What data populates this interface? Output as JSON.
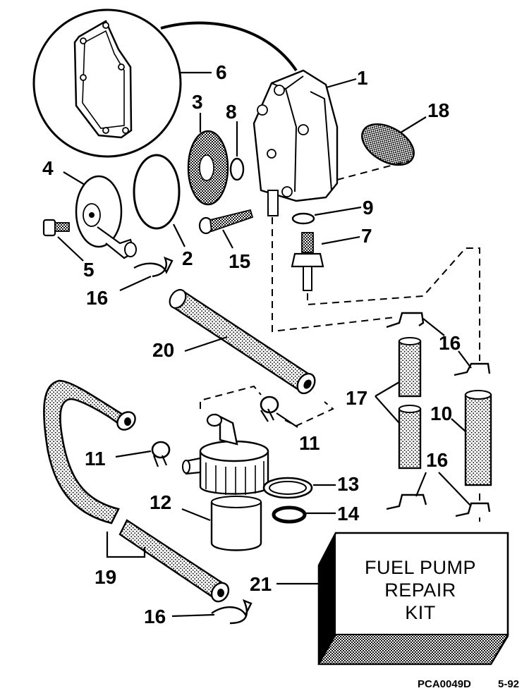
{
  "callouts": [
    {
      "id": "1",
      "label": "1"
    },
    {
      "id": "2",
      "label": "2"
    },
    {
      "id": "3",
      "label": "3"
    },
    {
      "id": "4",
      "label": "4"
    },
    {
      "id": "5",
      "label": "5"
    },
    {
      "id": "6",
      "label": "6"
    },
    {
      "id": "7",
      "label": "7"
    },
    {
      "id": "8",
      "label": "8"
    },
    {
      "id": "9",
      "label": "9"
    },
    {
      "id": "10",
      "label": "10"
    },
    {
      "id": "11a",
      "label": "11"
    },
    {
      "id": "11b",
      "label": "11"
    },
    {
      "id": "12",
      "label": "12"
    },
    {
      "id": "13",
      "label": "13"
    },
    {
      "id": "14",
      "label": "14"
    },
    {
      "id": "15",
      "label": "15"
    },
    {
      "id": "16a",
      "label": "16"
    },
    {
      "id": "16b",
      "label": "16"
    },
    {
      "id": "16c",
      "label": "16"
    },
    {
      "id": "16d",
      "label": "16"
    },
    {
      "id": "17",
      "label": "17"
    },
    {
      "id": "18",
      "label": "18"
    },
    {
      "id": "19",
      "label": "19"
    },
    {
      "id": "20",
      "label": "20"
    },
    {
      "id": "21",
      "label": "21"
    }
  ],
  "kit_box": {
    "line1": "FUEL PUMP",
    "line2": "REPAIR",
    "line3": "KIT"
  },
  "footer": {
    "code": "PCA0049D",
    "page": "5-92"
  }
}
